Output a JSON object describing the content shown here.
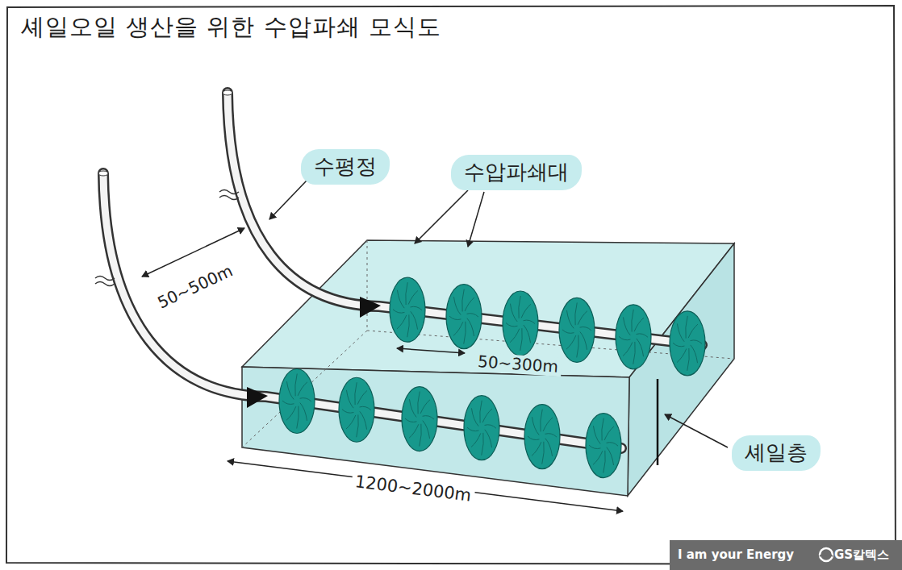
{
  "diagram": {
    "title": "셰일오일 생산을 위한 수압파쇄 모식도",
    "nodes": [
      {
        "text": [
          "수평정"
        ]
      },
      {
        "text": [
          "수압파쇄대"
        ]
      },
      {
        "text": [
          "셰일층"
        ]
      }
    ],
    "labels": [
      "50~500m",
      "50~300m",
      "1200~2000m",
      "I am your Energy",
      "GS칼텍스"
    ]
  }
}
